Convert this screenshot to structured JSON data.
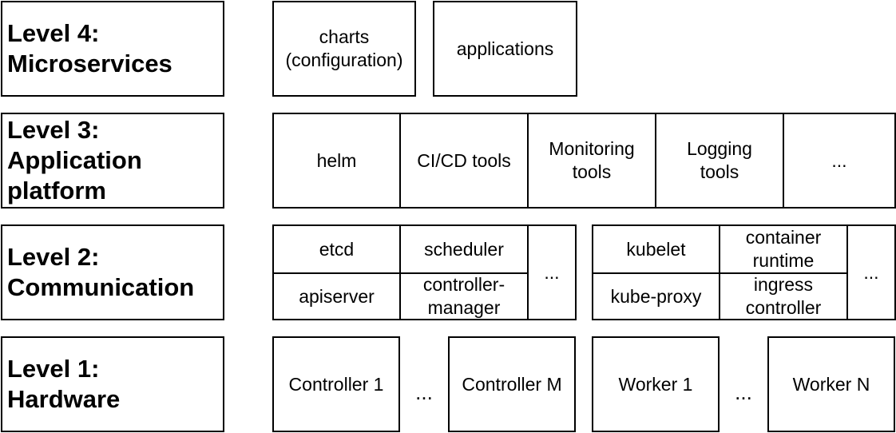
{
  "levels": {
    "level4": "Level 4:\nMicroservices",
    "level3": "Level 3:\nApplication\nplatform",
    "level2": "Level 2:\nCommunication",
    "level1": "Level 1:\nHardware"
  },
  "level4": {
    "charts": "charts\n(configuration)",
    "applications": "applications"
  },
  "level3": {
    "helm": "helm",
    "cicd": "CI/CD tools",
    "monitoring": "Monitoring\ntools",
    "logging": "Logging\ntools",
    "more": "..."
  },
  "level2": {
    "control_plane": {
      "etcd": "etcd",
      "scheduler": "scheduler",
      "apiserver": "apiserver",
      "controller_manager": "controller-\nmanager",
      "more": "..."
    },
    "node": {
      "kubelet": "kubelet",
      "container_runtime": "container\nruntime",
      "kube_proxy": "kube-proxy",
      "ingress_controller": "ingress\ncontroller",
      "more": "..."
    }
  },
  "level1": {
    "controller_1": "Controller 1",
    "controller_sep": "...",
    "controller_m": "Controller M",
    "worker_1": "Worker 1",
    "worker_sep": "...",
    "worker_n": "Worker N"
  }
}
